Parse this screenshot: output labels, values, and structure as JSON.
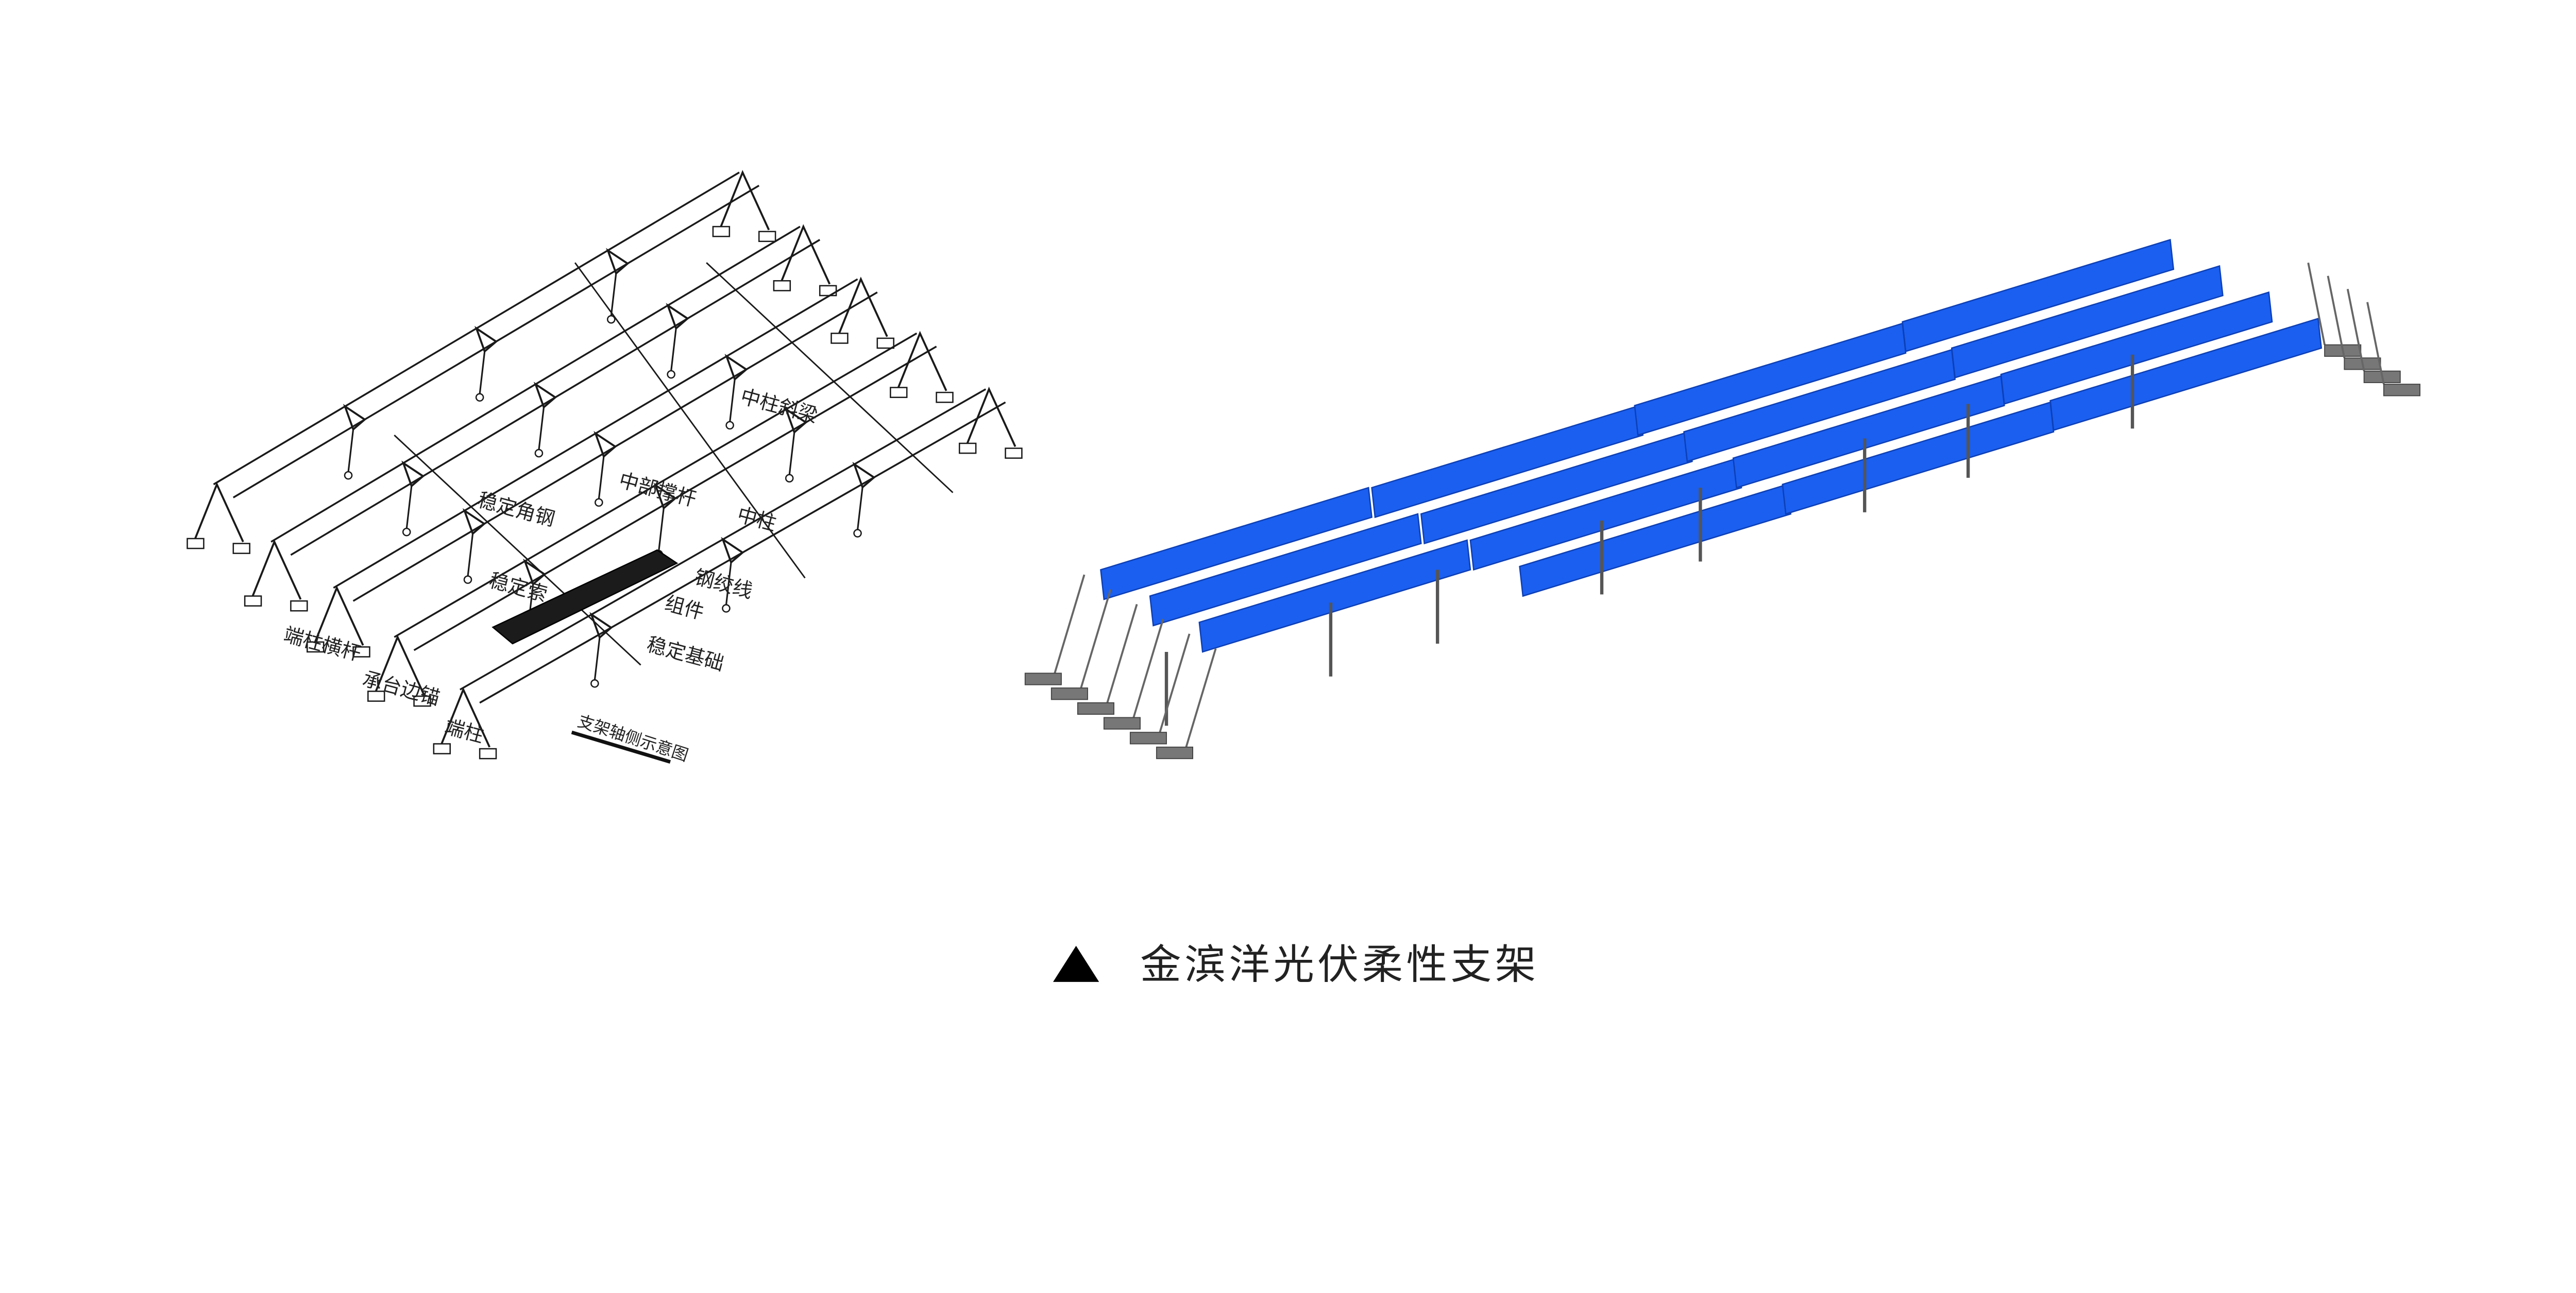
{
  "diagram": {
    "labels": {
      "mid_column_beam": "中柱斜梁",
      "mid_strut": "中部撑杆",
      "stabilizing_angle_steel": "稳定角钢",
      "mid_column": "中柱",
      "stabilizing_cable": "稳定索",
      "steel_strand": "钢绞线",
      "module": "组件",
      "stabilizing_foundation": "稳定基础",
      "end_column_crossbar": "端柱横杆",
      "cap_edge_anchor": "承台边锚",
      "end_column": "端柱"
    },
    "title": "支架轴侧示意图"
  },
  "caption": {
    "marker": "▲",
    "text": "金滨洋光伏柔性支架"
  },
  "colors": {
    "panel_blue": "#1a5ff0",
    "panel_edge": "#0d3fb5",
    "line": "#1a1a1a"
  }
}
